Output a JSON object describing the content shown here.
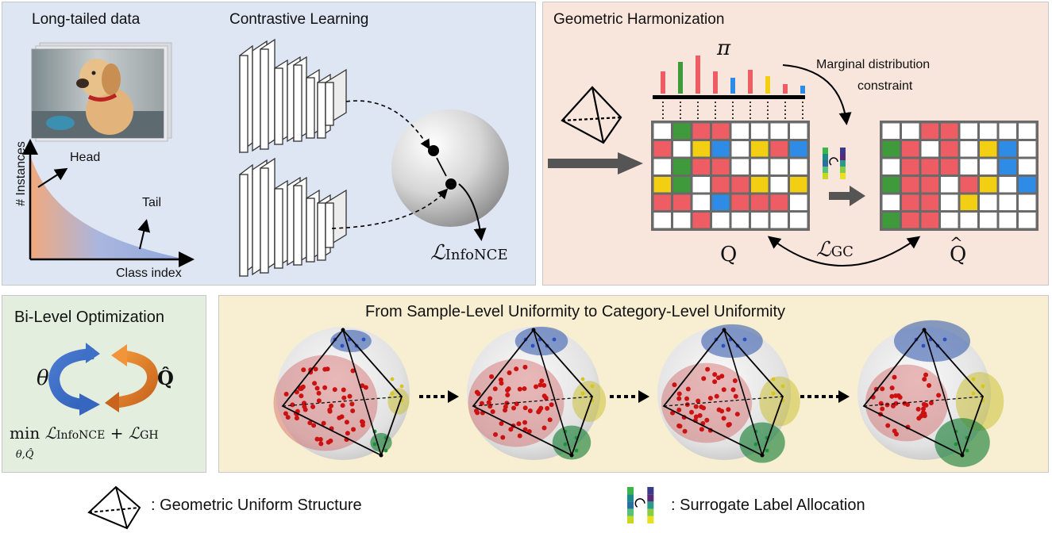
{
  "long_tailed": {
    "title": "Long-tailed data",
    "y_axis_label": "# Instances",
    "x_axis_label": "Class index",
    "head_label": "Head",
    "tail_label": "Tail"
  },
  "contrastive": {
    "title": "Contrastive Learning",
    "loss_main": "ℒ",
    "loss_sub": "InfoNCE"
  },
  "harmonization": {
    "title": "Geometric Harmonization",
    "pi_symbol": "π",
    "marginal_label_line1": "Marginal distribution",
    "marginal_label_line2": "constraint",
    "q_label": "Q",
    "qhat_label": "Q",
    "loss_main": "ℒ",
    "loss_sub": "GC"
  },
  "bilevel": {
    "title": "Bi-Level Optimization",
    "theta": "θ",
    "qhat": "Q̂",
    "objective_min": "min",
    "objective_min_sub": "θ,Q̂",
    "objective_loss1": "ℒ",
    "objective_loss1_sub": "InfoNCE",
    "objective_plus": "+",
    "objective_loss2": "ℒ",
    "objective_loss2_sub": "GH"
  },
  "uniformity": {
    "title": "From Sample-Level Uniformity to Category-Level Uniformity"
  },
  "legend": {
    "structure_label": ":  Geometric Uniform Structure",
    "allocation_label": ":  Surrogate Label Allocation"
  },
  "colors": {
    "red": "#ee5d63",
    "green": "#3e9a3a",
    "yellow": "#f2cf12",
    "blue": "#2f8ce6",
    "grid_line": "#6a6a6a"
  }
}
